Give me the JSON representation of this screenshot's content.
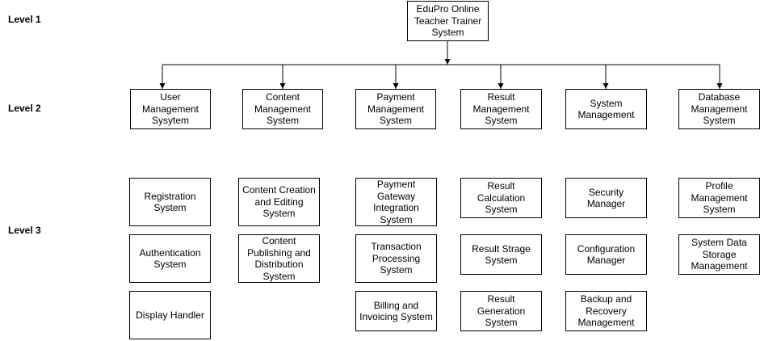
{
  "levels": {
    "l1": "Level 1",
    "l2": "Level 2",
    "l3": "Level 3"
  },
  "root": "EduPro Online\nTeacher Trainer\nSystem",
  "modules": [
    {
      "title": "User\nManagement\nSysytem",
      "children": [
        "Registration\nSystem",
        "Authentication\nSystem",
        "Display Handler"
      ]
    },
    {
      "title": "Content\nManagement\nSystem",
      "children": [
        "Content Creation\nand Editing\nSystem",
        "Content\nPublishing and\nDistribution\nSystem"
      ]
    },
    {
      "title": "Payment\nManagement\nSystem",
      "children": [
        "Payment\nGateway\nIntegration\nSystem",
        "Transaction\nProcessing\nSystem",
        "Billing and\nInvoicing System"
      ]
    },
    {
      "title": "Result\nManagement\nSystem",
      "children": [
        "Result Calculation\nSystem",
        "Result Strage\nSystem",
        "Result Generation\nSystem"
      ]
    },
    {
      "title": "System\nManagement",
      "children": [
        "Security Manager",
        "Configuration\nManager",
        "Backup and\nRecovery\nManagement"
      ]
    },
    {
      "title": "Database\nManagement\nSystem",
      "children": [
        "Profile\nManagement\nSystem",
        "System Data\nStorage\nManagement"
      ]
    }
  ],
  "colors": {
    "line": "#000000",
    "box_border": "#000000",
    "background": "#ffffff"
  }
}
